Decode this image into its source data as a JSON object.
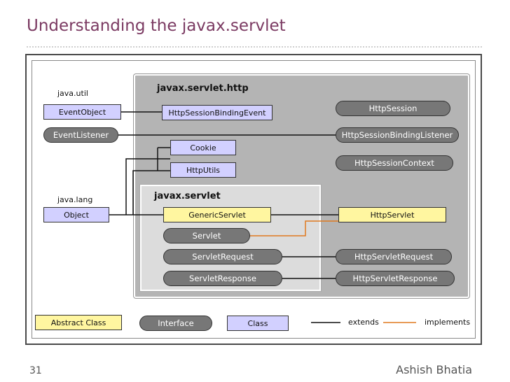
{
  "slide": {
    "title": "Understanding the javax.servlet",
    "page_number": "31",
    "author": "Ashish Bhatia"
  },
  "diagram": {
    "packages": {
      "util": "java.util",
      "lang": "java.lang",
      "http": "javax.servlet.http",
      "servlet": "javax.servlet"
    },
    "nodes": {
      "event_object": "EventObject",
      "event_listener": "EventListener",
      "object": "Object",
      "http_session_binding_event": "HttpSessionBindingEvent",
      "cookie": "Cookie",
      "http_utils": "HttpUtils",
      "http_session": "HttpSession",
      "http_session_binding_listener": "HttpSessionBindingListener",
      "http_session_context": "HttpSessionContext",
      "generic_servlet": "GenericServlet",
      "http_servlet": "HttpServlet",
      "servlet": "Servlet",
      "servlet_request": "ServletRequest",
      "servlet_response": "ServletResponse",
      "http_servlet_request": "HttpServletRequest",
      "http_servlet_response": "HttpServletResponse"
    },
    "legend": {
      "abstract_class": "Abstract Class",
      "interface": "Interface",
      "class": "Class",
      "extends": "extends",
      "implements": "implements"
    },
    "colors": {
      "class_fill": "#d2d0ff",
      "abstract_fill": "#fff6a0",
      "interface_fill": "#777777",
      "extends_line": "#111111",
      "implements_line": "#e07a20"
    }
  }
}
